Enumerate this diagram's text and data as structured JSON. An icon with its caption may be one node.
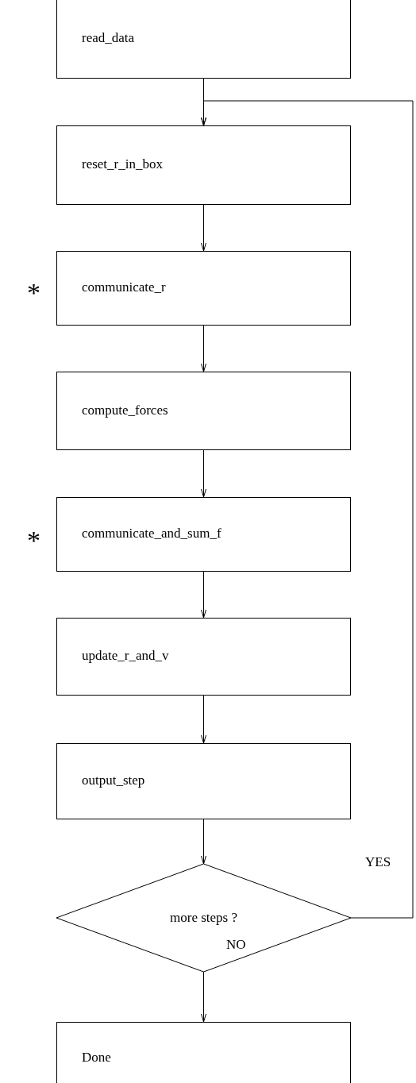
{
  "diagram": {
    "nodes": [
      {
        "text": [
          "read_data"
        ]
      },
      {
        "text": [
          "reset_r_in_box"
        ]
      },
      {
        "text": [
          "communicate_r"
        ]
      },
      {
        "text": [
          "compute_forces"
        ]
      },
      {
        "text": [
          "communicate_and_sum_f"
        ]
      },
      {
        "text": [
          "update_r_and_v"
        ]
      },
      {
        "text": [
          "output_step"
        ]
      },
      {
        "text": [
          "more steps ?"
        ]
      },
      {
        "text": [
          "Done"
        ]
      }
    ],
    "edges": [
      {
        "from": 0,
        "to": 1,
        "arrow": "to"
      },
      {
        "from": 1,
        "to": 2,
        "arrow": "to"
      },
      {
        "from": 2,
        "to": 3,
        "arrow": "to"
      },
      {
        "from": 3,
        "to": 4,
        "arrow": "to"
      },
      {
        "from": 4,
        "to": 5,
        "arrow": "to"
      },
      {
        "from": 5,
        "to": 6,
        "arrow": "to"
      },
      {
        "from": 6,
        "to": 7,
        "arrow": "to"
      },
      {
        "from": 7,
        "to": 8,
        "arrow": "to",
        "label": "NO"
      },
      {
        "from": 7,
        "to": 1,
        "arrow": "to",
        "label": "YES"
      }
    ],
    "labels": [
      "*",
      "*"
    ]
  }
}
